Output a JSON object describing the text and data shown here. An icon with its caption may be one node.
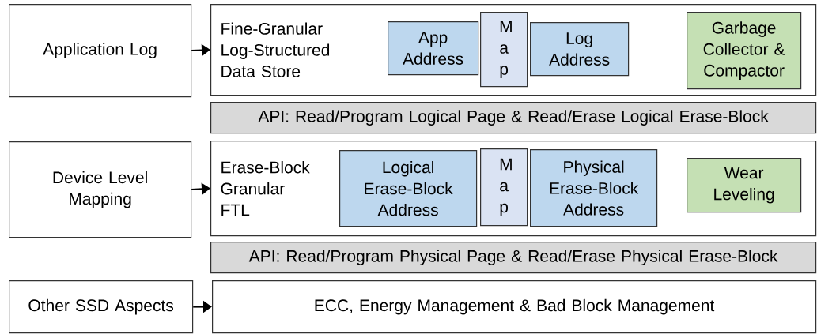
{
  "diagram": {
    "nodes": [
      {
        "text": [
          "Application Log"
        ]
      },
      {
        "text": [
          "Fine-Granular Log-Structured Data Store"
        ]
      },
      {
        "text": [
          "App Address"
        ],
        "in": 1
      },
      {
        "text": [
          "M a p"
        ],
        "in": 1
      },
      {
        "text": [
          "Log Address"
        ],
        "in": 1
      },
      {
        "text": [
          "Garbage Collector & Compactor"
        ],
        "in": 1
      },
      {
        "text": [
          "API: Read/Program Logical Page & Read/Erase Logical Erase-Block"
        ]
      },
      {
        "text": [
          "Device Level Mapping"
        ]
      },
      {
        "text": [
          "Erase-Block Granular FTL"
        ]
      },
      {
        "text": [
          "Logical Erase-Block Address"
        ],
        "in": 8
      },
      {
        "text": [
          "M a p"
        ],
        "in": 8
      },
      {
        "text": [
          "Physical Erase-Block Address"
        ],
        "in": 8
      },
      {
        "text": [
          "Wear Leveling"
        ],
        "in": 8
      },
      {
        "text": [
          "API: Read/Program Physical Page & Read/Erase Physical Erase-Block"
        ]
      },
      {
        "text": [
          "Other SSD Aspects"
        ]
      },
      {
        "text": [
          "ECC, Energy Management & Bad Block Management"
        ]
      }
    ],
    "edges": [
      {
        "from": 0,
        "to": 1,
        "arrow": "to"
      },
      {
        "from": 7,
        "to": 8,
        "arrow": "to"
      },
      {
        "from": 14,
        "to": 15,
        "arrow": "to"
      }
    ]
  }
}
